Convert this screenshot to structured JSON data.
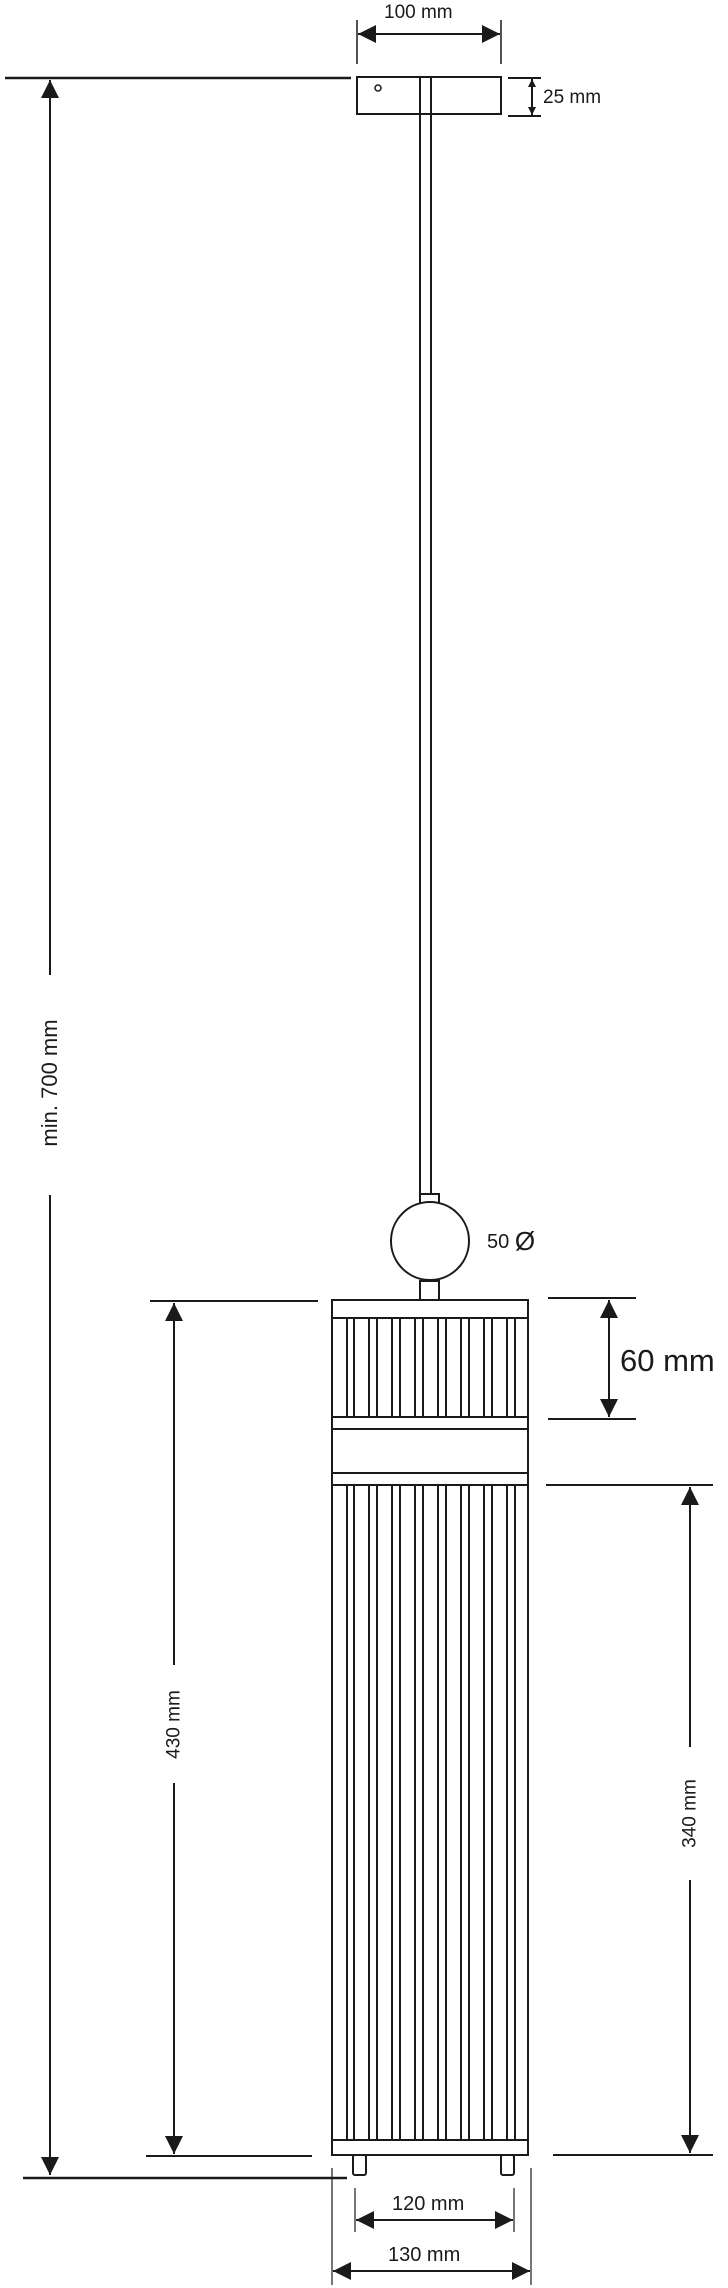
{
  "diagram": {
    "type": "technical-dimension-drawing",
    "subject": "pendant lamp",
    "colors": {
      "line": "#1a1a1a",
      "background": "#ffffff"
    },
    "dimensions": {
      "canopy_width": "100 mm",
      "canopy_height": "25 mm",
      "total_drop": "min. 700 mm",
      "sphere_diameter": "50",
      "sphere_diameter_symbol": "Ø",
      "top_section_height": "60 mm",
      "body_height": "430 mm",
      "lower_section_height": "340 mm",
      "feet_spacing": "120 mm",
      "body_width": "130 mm"
    },
    "parts": [
      "canopy",
      "suspension-rod",
      "decorative-sphere",
      "upper-slatted-section",
      "middle-band",
      "lower-slatted-section",
      "feet"
    ]
  }
}
